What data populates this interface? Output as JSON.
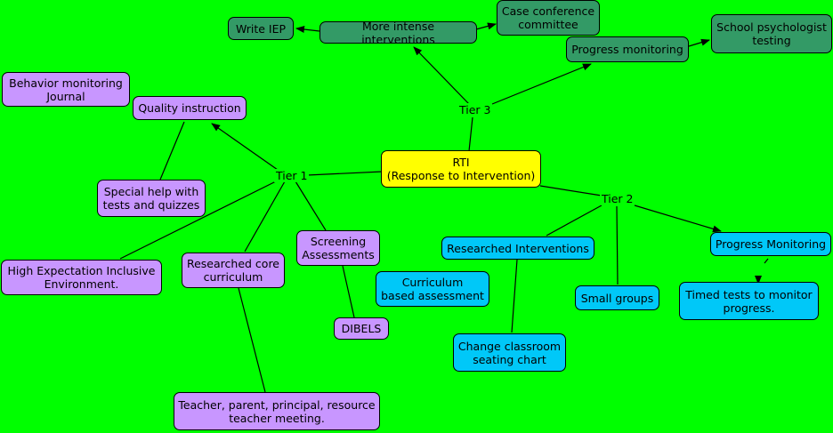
{
  "root": "RTI\n(Response to Intervention)",
  "tiers": {
    "t1": "Tier 1",
    "t2": "Tier 2",
    "t3": "Tier 3"
  },
  "tier1": {
    "quality_instruction": "Quality instruction",
    "behavior_journal": "Behavior monitoring\nJournal",
    "special_help": "Special help with\ntests and quizzes",
    "high_expectation": "High Expectation Inclusive\nEnvironment.",
    "researched_core": "Researched core\ncurriculum",
    "screening": "Screening\nAssessments",
    "dibels": "DIBELS",
    "teacher_meeting": "Teacher, parent, principal, resource\nteacher meeting."
  },
  "tier2": {
    "researched_interventions": "Researched Interventions",
    "curriculum_assessment": "Curriculum\nbased assessment",
    "change_seating": "Change classroom\nseating chart",
    "small_groups": "Small groups",
    "progress_monitoring": "Progress Monitoring",
    "timed_tests": "Timed tests to monitor\nprogress."
  },
  "tier3": {
    "more_intense": "More intense interventions",
    "write_iep": "Write IEP",
    "case_conference": "Case conference\ncommittee",
    "progress_monitoring": "Progress monitoring",
    "school_psychologist": "School psychologist\ntesting"
  },
  "colors": {
    "background": "#00ff00",
    "tier1": "#c896ff",
    "tier2": "#00c8f8",
    "tier3": "#339a66",
    "root": "#ffff00"
  }
}
